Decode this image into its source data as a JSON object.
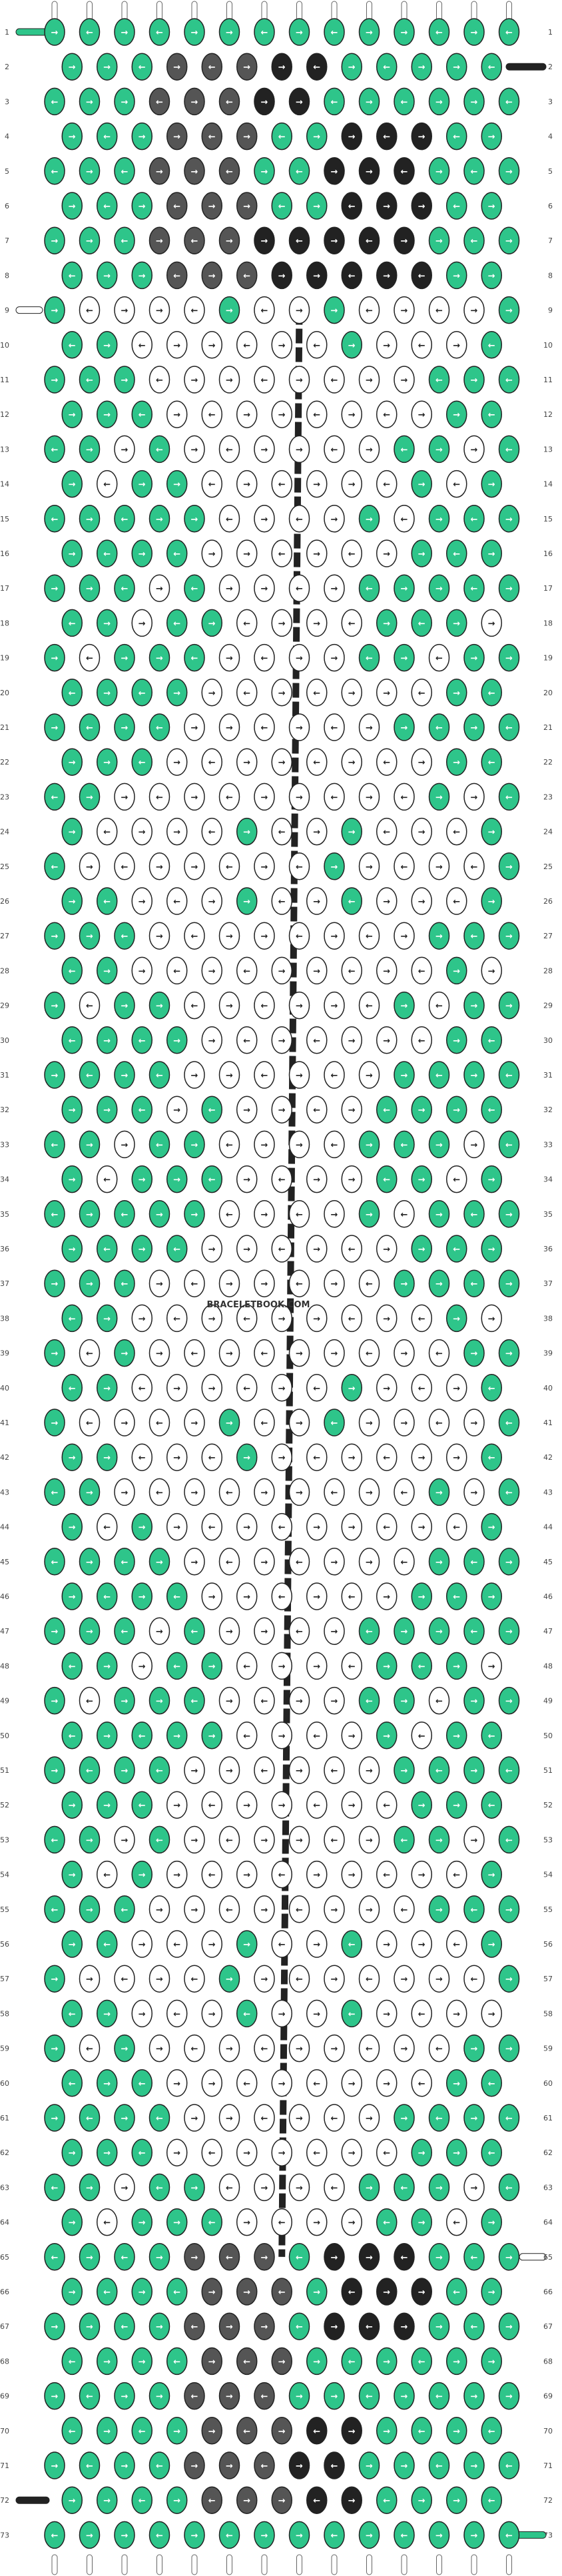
{
  "watermark": "BRACELETBOOK.COM",
  "row_count": 73,
  "rows": [
    "1",
    "2",
    "3",
    "4",
    "5",
    "6",
    "7",
    "8",
    "9",
    "10",
    "11",
    "12",
    "13",
    "14",
    "15",
    "16",
    "17",
    "18",
    "19",
    "20",
    "21",
    "22",
    "23",
    "24",
    "25",
    "26",
    "27",
    "28",
    "29",
    "30",
    "31",
    "32",
    "33",
    "34",
    "35",
    "36",
    "37",
    "38",
    "39",
    "40",
    "41",
    "42",
    "43",
    "44",
    "45",
    "46",
    "47",
    "48",
    "49",
    "50",
    "51",
    "52",
    "53",
    "54",
    "55",
    "56",
    "57",
    "58",
    "59",
    "60",
    "61",
    "62",
    "63",
    "64",
    "65",
    "66",
    "67",
    "68",
    "69",
    "70",
    "71",
    "72",
    "73"
  ],
  "strings": 28,
  "colors": {
    "green": "#2ec58a",
    "white": "#ffffff",
    "gray": "#555555",
    "black": "#222222",
    "thread_outline": "#222222"
  },
  "arrows": {
    "right": "→",
    "left": "←"
  },
  "legend_note": ""
}
